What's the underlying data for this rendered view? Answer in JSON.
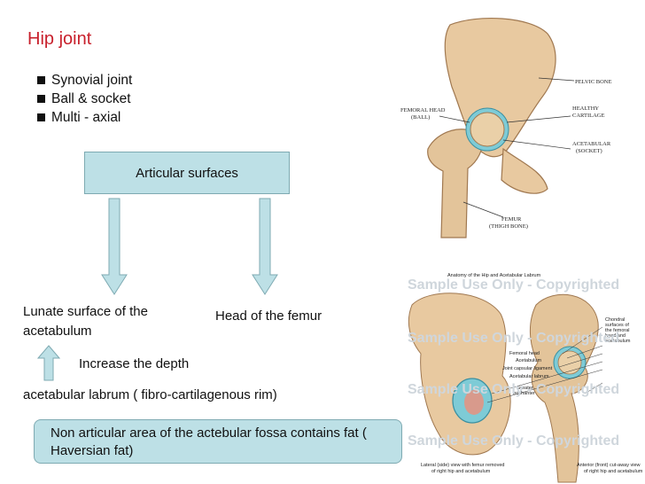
{
  "slide": {
    "title": "Hip joint",
    "bullets": [
      "Synovial joint",
      "Ball & socket",
      "Multi - axial"
    ],
    "articular_box": "Articular surfaces",
    "lunate_text": "Lunate surface of the acetabulum",
    "head_text": "Head of the femur",
    "depth_text": "Increase the depth",
    "labrum_text": "acetabular labrum ( fibro-cartilagenous rim)",
    "fossa_text": "Non articular area of the actebular fossa contains fat ( Haversian fat)"
  },
  "figure1": {
    "labels": {
      "pelvic_bone": "PELVIC BONE",
      "femoral_head_1": "FEMORAL HEAD",
      "femoral_head_2": "(BALL)",
      "healthy_1": "HEALTHY",
      "healthy_2": "CARTILAGE",
      "acetabular_1": "ACETABULAR",
      "acetabular_2": "(SOCKET)",
      "femur_1": "FEMUR",
      "femur_2": "(THIGH BONE)"
    }
  },
  "figure2": {
    "title": "Anatomy of the Hip and Acetabular Labrum",
    "watermark": "Sample Use Only - Copyrighted",
    "labels": {
      "chondral_1": "Chondral",
      "chondral_2": "surfaces of",
      "chondral_3": "the femoral",
      "chondral_4": "head and",
      "chondral_5": "acetabulum",
      "femoral_head": "Femoral head",
      "acetabulum": "Acetabulum",
      "joint_capsular": "Joint capsular ligament",
      "acetabular_labrum": "Acetabular labrum",
      "greater_1": "Greater",
      "greater_2": "trochanter"
    },
    "caption_left_1": "Lateral (side) view with femur removed",
    "caption_left_2": "of right hip and acetabulum",
    "caption_right_1": "Anterior (front) cut-away view",
    "caption_right_2": "of right hip and acetabulum"
  },
  "colors": {
    "title": "#c8202c",
    "box_fill": "#bde0e6",
    "box_border": "#7eaab2",
    "arrow_fill": "#bde0e6",
    "bone": "#e8c9a0",
    "cartilage": "#7ecbd6"
  }
}
